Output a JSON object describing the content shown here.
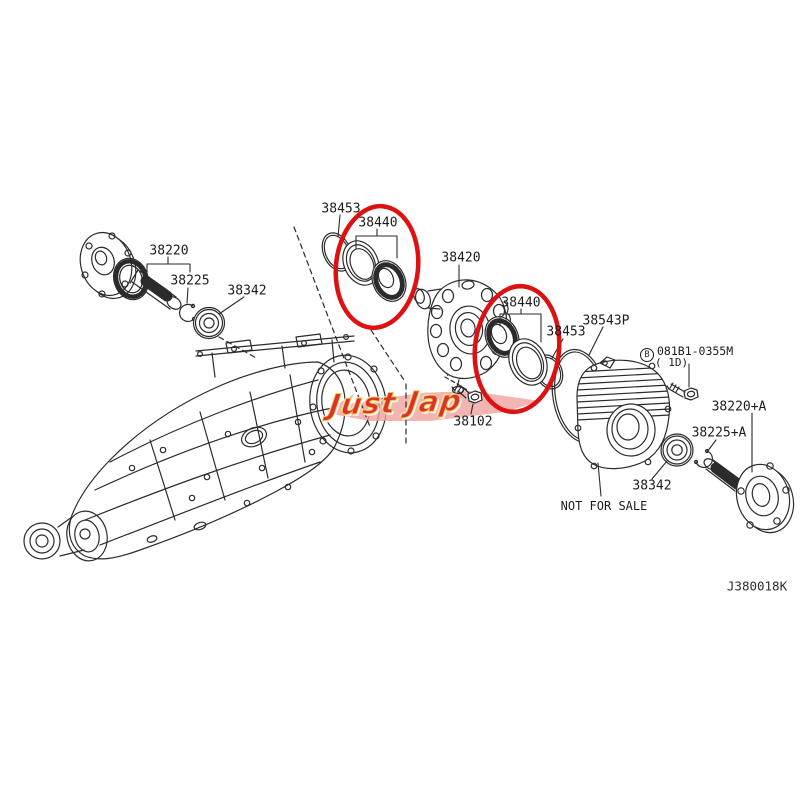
{
  "diagram": {
    "code": "J380018K",
    "watermark_text": "Just Jap",
    "colors": {
      "line": "#2b2b2b",
      "highlight": "#dd1111",
      "watermark_fill": "#d8332f",
      "watermark_outline": "#f7c948",
      "watermark_swoosh": "#f0a39e"
    },
    "labels": {
      "front_flange": "38220",
      "front_snap_ring": "38225",
      "front_bearing": "38342",
      "oring_1": "38453",
      "side_bearing_1": "38440",
      "diff_case": "38420",
      "side_bearing_2": "38440",
      "oring_2": "38453",
      "gasket": "38543P",
      "bolt_b_symbol": "B",
      "bolt_b_code": "081B1-0355M",
      "bolt_b_qty": "( 1D)",
      "rear_flange": "38220+A",
      "rear_snap_ring": "38225+A",
      "rear_bearing": "38342",
      "drain_bolt": "38102",
      "not_for_sale": "NOT FOR SALE"
    }
  }
}
